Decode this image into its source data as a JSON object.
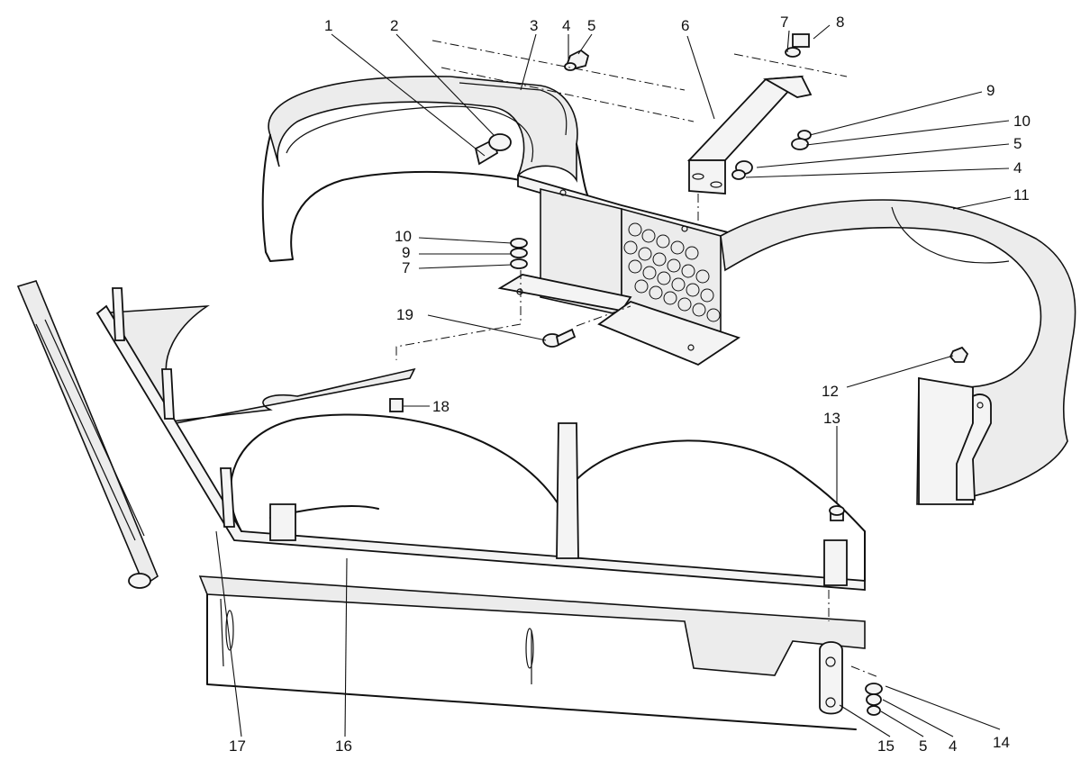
{
  "callouts": [
    {
      "id": "c1",
      "label": "1"
    },
    {
      "id": "c2",
      "label": "2"
    },
    {
      "id": "c3",
      "label": "3"
    },
    {
      "id": "c4a",
      "label": "4"
    },
    {
      "id": "c5a",
      "label": "5"
    },
    {
      "id": "c6",
      "label": "6"
    },
    {
      "id": "c7a",
      "label": "7"
    },
    {
      "id": "c8",
      "label": "8"
    },
    {
      "id": "c9a",
      "label": "9"
    },
    {
      "id": "c10a",
      "label": "10"
    },
    {
      "id": "c5b",
      "label": "5"
    },
    {
      "id": "c4b",
      "label": "4"
    },
    {
      "id": "c11",
      "label": "11"
    },
    {
      "id": "c10b",
      "label": "10"
    },
    {
      "id": "c9b",
      "label": "9"
    },
    {
      "id": "c7b",
      "label": "7"
    },
    {
      "id": "c19",
      "label": "19"
    },
    {
      "id": "c18",
      "label": "18"
    },
    {
      "id": "c12",
      "label": "12"
    },
    {
      "id": "c13",
      "label": "13"
    },
    {
      "id": "c17",
      "label": "17"
    },
    {
      "id": "c16",
      "label": "16"
    },
    {
      "id": "c15",
      "label": "15"
    },
    {
      "id": "c5c",
      "label": "5"
    },
    {
      "id": "c4c",
      "label": "4"
    },
    {
      "id": "c14",
      "label": "14"
    }
  ]
}
